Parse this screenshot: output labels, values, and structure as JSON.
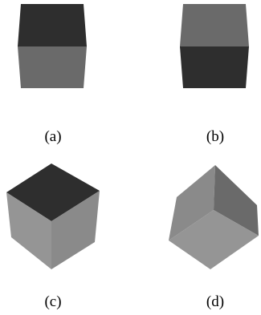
{
  "panels": [
    {
      "id": "a",
      "label": "(a)"
    },
    {
      "id": "b",
      "label": "(b)"
    },
    {
      "id": "c",
      "label": "(c)"
    },
    {
      "id": "d",
      "label": "(d)"
    }
  ],
  "colors": {
    "background": "#ffffff",
    "face_dark": "#2e2e2e",
    "face_medium": "#6a6a6a",
    "face_light": "#8a8a8a",
    "face_lighter": "#959595",
    "caption_text": "#000000"
  }
}
